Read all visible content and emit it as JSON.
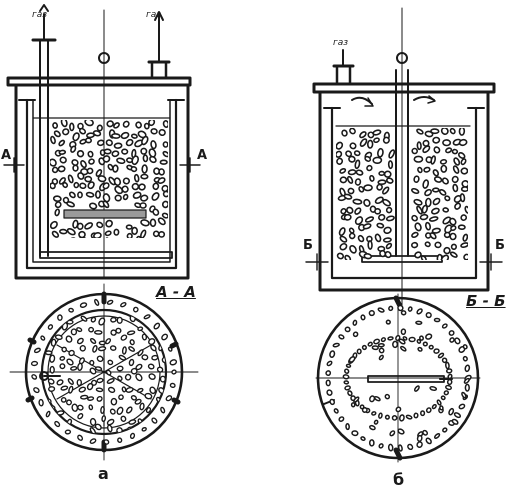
{
  "labels": {
    "gas_left_1": "газ",
    "gas_left_2": "газ",
    "gas_right": "газ",
    "cut_a_left": "А",
    "cut_a_right": "А",
    "cut_b_left": "Б",
    "cut_b_right": "Б",
    "section_a": "А - А",
    "section_b": "Б - Б",
    "fig_a": "а",
    "fig_b": "б"
  },
  "colors": {
    "ink": "#1a1a1a",
    "paper": "#ffffff"
  }
}
